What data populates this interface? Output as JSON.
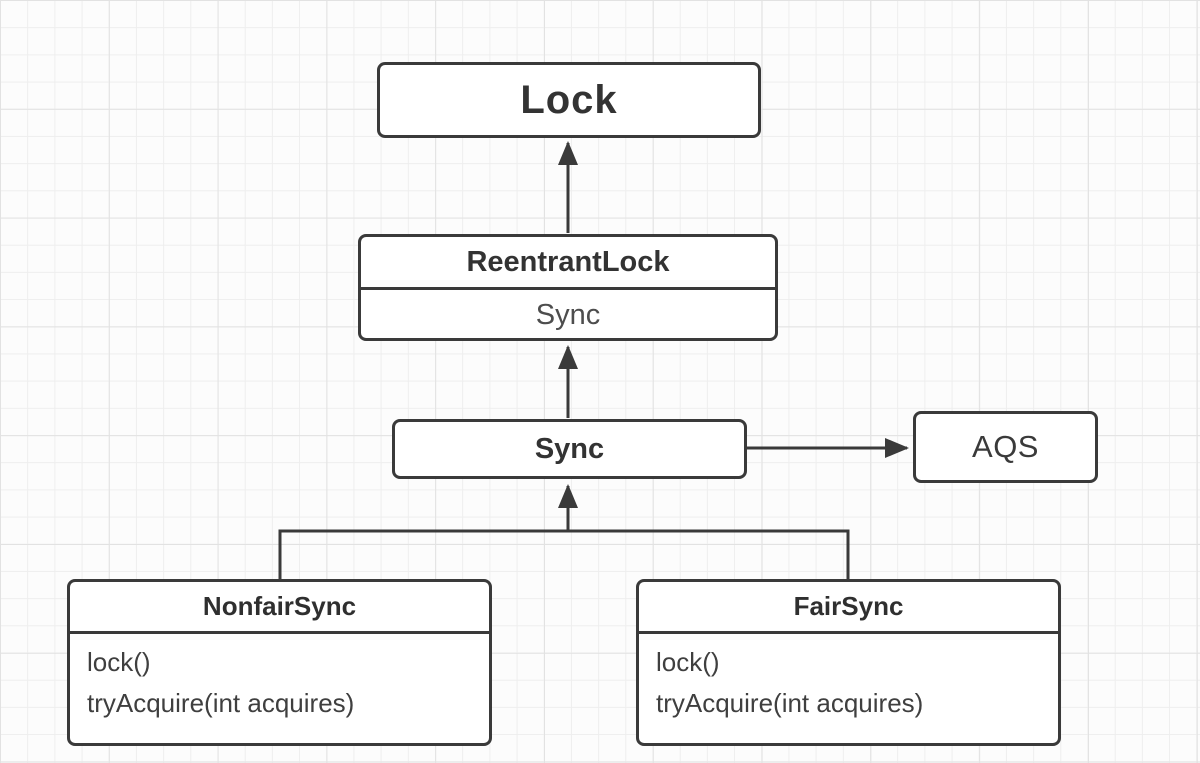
{
  "diagram": {
    "nodes": {
      "lock": {
        "label": "Lock"
      },
      "reentrantlock": {
        "title": "ReentrantLock",
        "field": "Sync"
      },
      "sync": {
        "label": "Sync"
      },
      "aqs": {
        "label": "AQS"
      },
      "nonfairsync": {
        "title": "NonfairSync",
        "methods": [
          "lock()",
          "tryAcquire(int acquires)"
        ]
      },
      "fairsync": {
        "title": "FairSync",
        "methods": [
          "lock()",
          "tryAcquire(int acquires)"
        ]
      }
    },
    "edges": [
      {
        "from": "ReentrantLock",
        "to": "Lock",
        "style": "arrow-up"
      },
      {
        "from": "Sync",
        "to": "ReentrantLock",
        "style": "arrow-up"
      },
      {
        "from": "Sync",
        "to": "AQS",
        "style": "arrow-right"
      },
      {
        "from": "NonfairSync",
        "to": "Sync",
        "style": "tree-branch-arrow-up"
      },
      {
        "from": "FairSync",
        "to": "Sync",
        "style": "tree-branch-arrow-up"
      }
    ],
    "colors": {
      "background": "#fcfcfc",
      "grid_minor": "#eeeeee",
      "grid_major": "#e2e2e2",
      "node_fill": "#ffffff",
      "node_border": "#3a3a3a",
      "arrow": "#3a3a3a",
      "text": "#333333"
    }
  }
}
